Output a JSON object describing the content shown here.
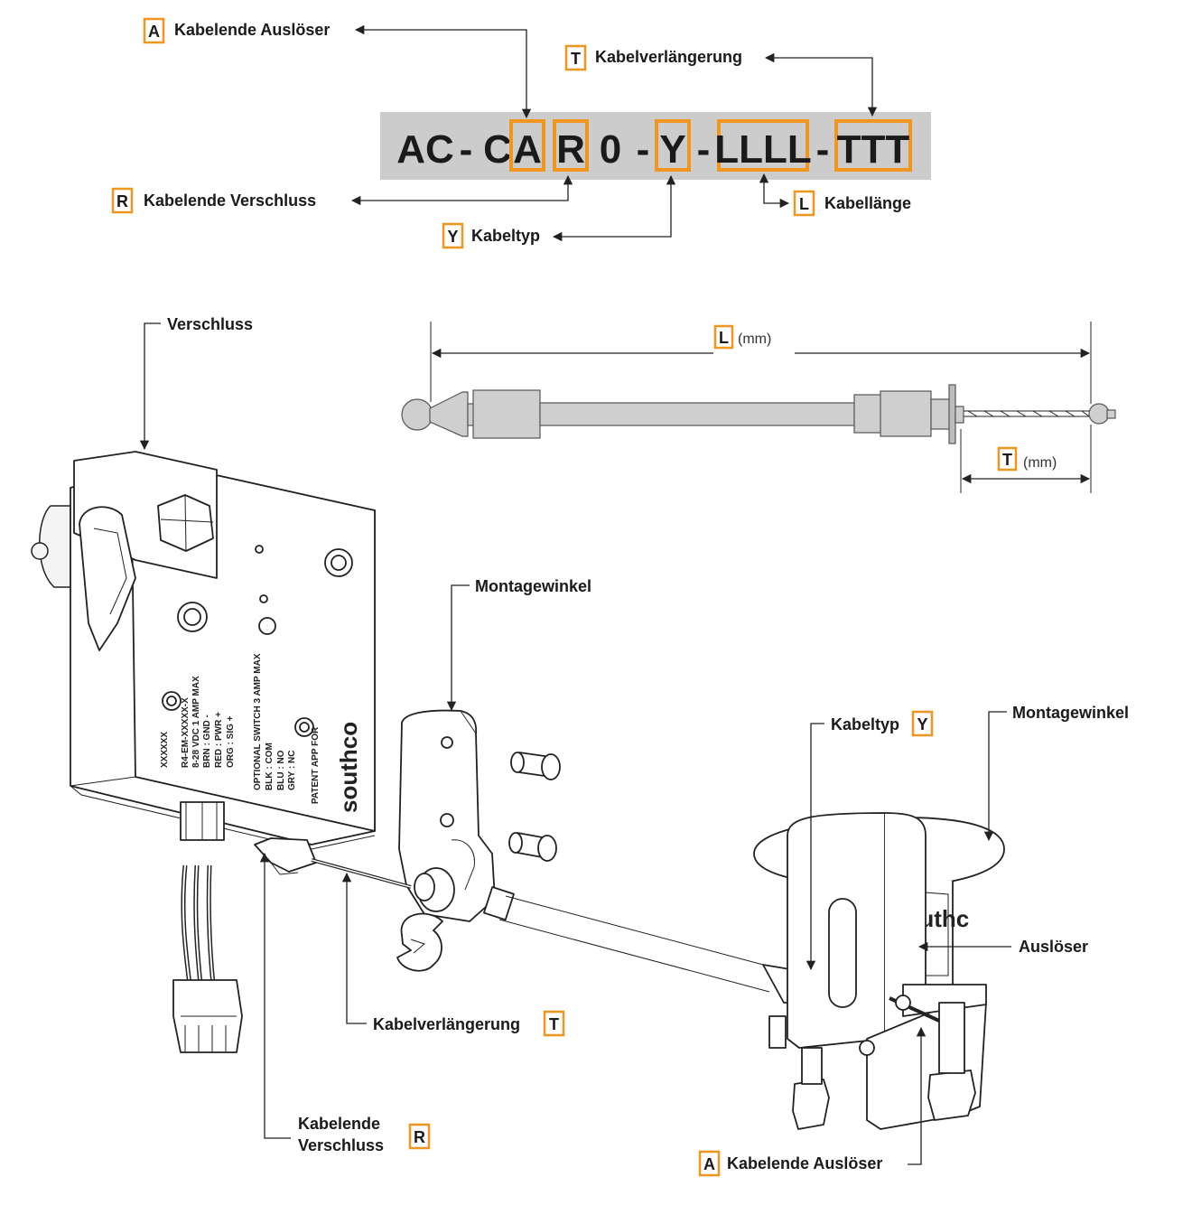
{
  "code": {
    "segments": [
      "AC",
      "-",
      "C",
      "A",
      "R",
      "0",
      "-",
      "Y",
      "-",
      "LLLL",
      "-",
      "TTT"
    ],
    "band_color": "#cccccc"
  },
  "colors": {
    "accent": "#f0961e",
    "line": "#222222"
  },
  "callouts": {
    "top_a": {
      "letter": "A",
      "text": "Kabelende Auslöser"
    },
    "top_t": {
      "letter": "T",
      "text": "Kabelverlängerung"
    },
    "top_r": {
      "letter": "R",
      "text": "Kabelende Verschluss"
    },
    "top_y": {
      "letter": "Y",
      "text": "Kabeltyp"
    },
    "top_l": {
      "letter": "L",
      "text": "Kabellänge"
    }
  },
  "cable": {
    "length_letter": "L",
    "length_unit": "(mm)",
    "ext_letter": "T",
    "ext_unit": "(mm)"
  },
  "labels": {
    "verschluss": "Verschluss",
    "montagewinkel_1": "Montagewinkel",
    "montagewinkel_2": "Montagewinkel",
    "kabeltyp": {
      "text": "Kabeltyp",
      "letter": "Y"
    },
    "ausloeser": "Auslöser",
    "kabelverlaengerung": {
      "text": "Kabelverlängerung",
      "letter": "T"
    },
    "kabelende_verschluss": {
      "line1": "Kabelende",
      "line2": "Verschluss",
      "letter": "R"
    },
    "kabelende_ausloeser": {
      "text": "Kabelende Auslöser",
      "letter": "A"
    }
  },
  "lock_print": {
    "lines": [
      "XXXXXX",
      "R4-EM-XXXXX-X",
      "8-28 VDC 1 AMP MAX",
      "BRN : GND -",
      "RED : PWR +",
      "ORG : SIG +",
      "OPTIONAL SWITCH 3 AMP MAX",
      "BLK : COM",
      "BLU : NO",
      "GRY : NC",
      "PATENT APP FOR"
    ],
    "brand": "southco"
  },
  "actuator_brand": "southc"
}
